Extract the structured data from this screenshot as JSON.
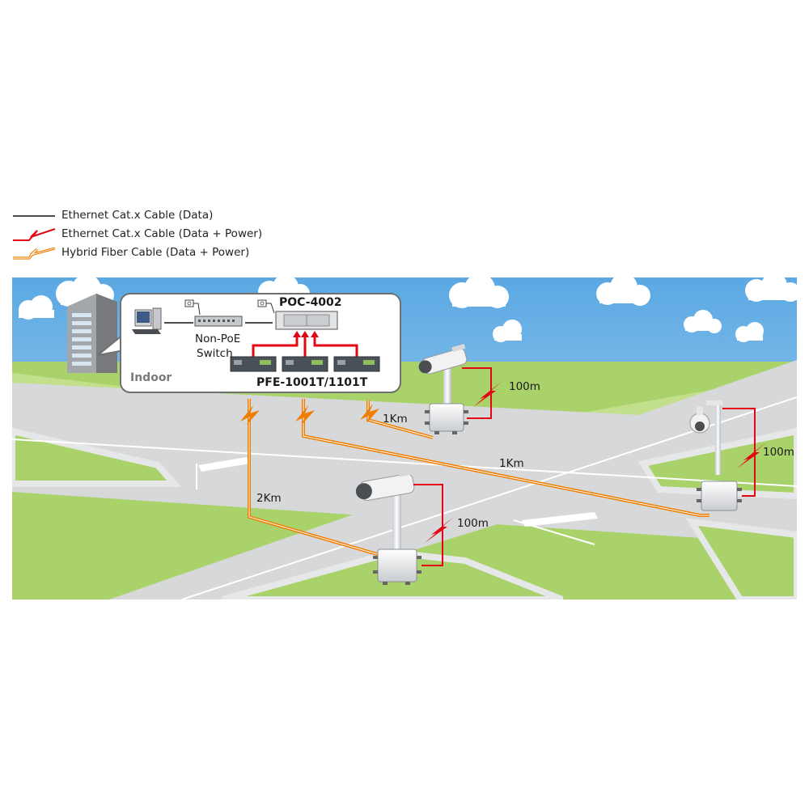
{
  "legend": [
    {
      "label": "Ethernet Cat.x Cable (Data)",
      "kind": "data",
      "color": "#111111"
    },
    {
      "label": "Ethernet Cat.x Cable (Data + Power)",
      "kind": "data-power",
      "color": "#e30613"
    },
    {
      "label": "Hybrid Fiber Cable (Data + Power)",
      "kind": "hybrid",
      "color": "#f07d00"
    }
  ],
  "indoor": {
    "area_label": "Indoor",
    "switch_label_line1": "Non-PoE",
    "switch_label_line2": "Switch",
    "poc_label": "POC-4002",
    "pfe_label": "PFE-1001T/1101T"
  },
  "distances": {
    "fiber_camera_top": "1Km",
    "fiber_speed_dome": "1Km",
    "fiber_camera_bottom": "2Km",
    "eth_camera_top": "100m",
    "eth_speed_dome": "100m",
    "eth_camera_bottom": "100m"
  },
  "colors": {
    "sky": "#6fb3e6",
    "road": "#d9dadb",
    "grass": "#9cc95a",
    "data_power": "#e30613",
    "hybrid": "#f07d00"
  }
}
